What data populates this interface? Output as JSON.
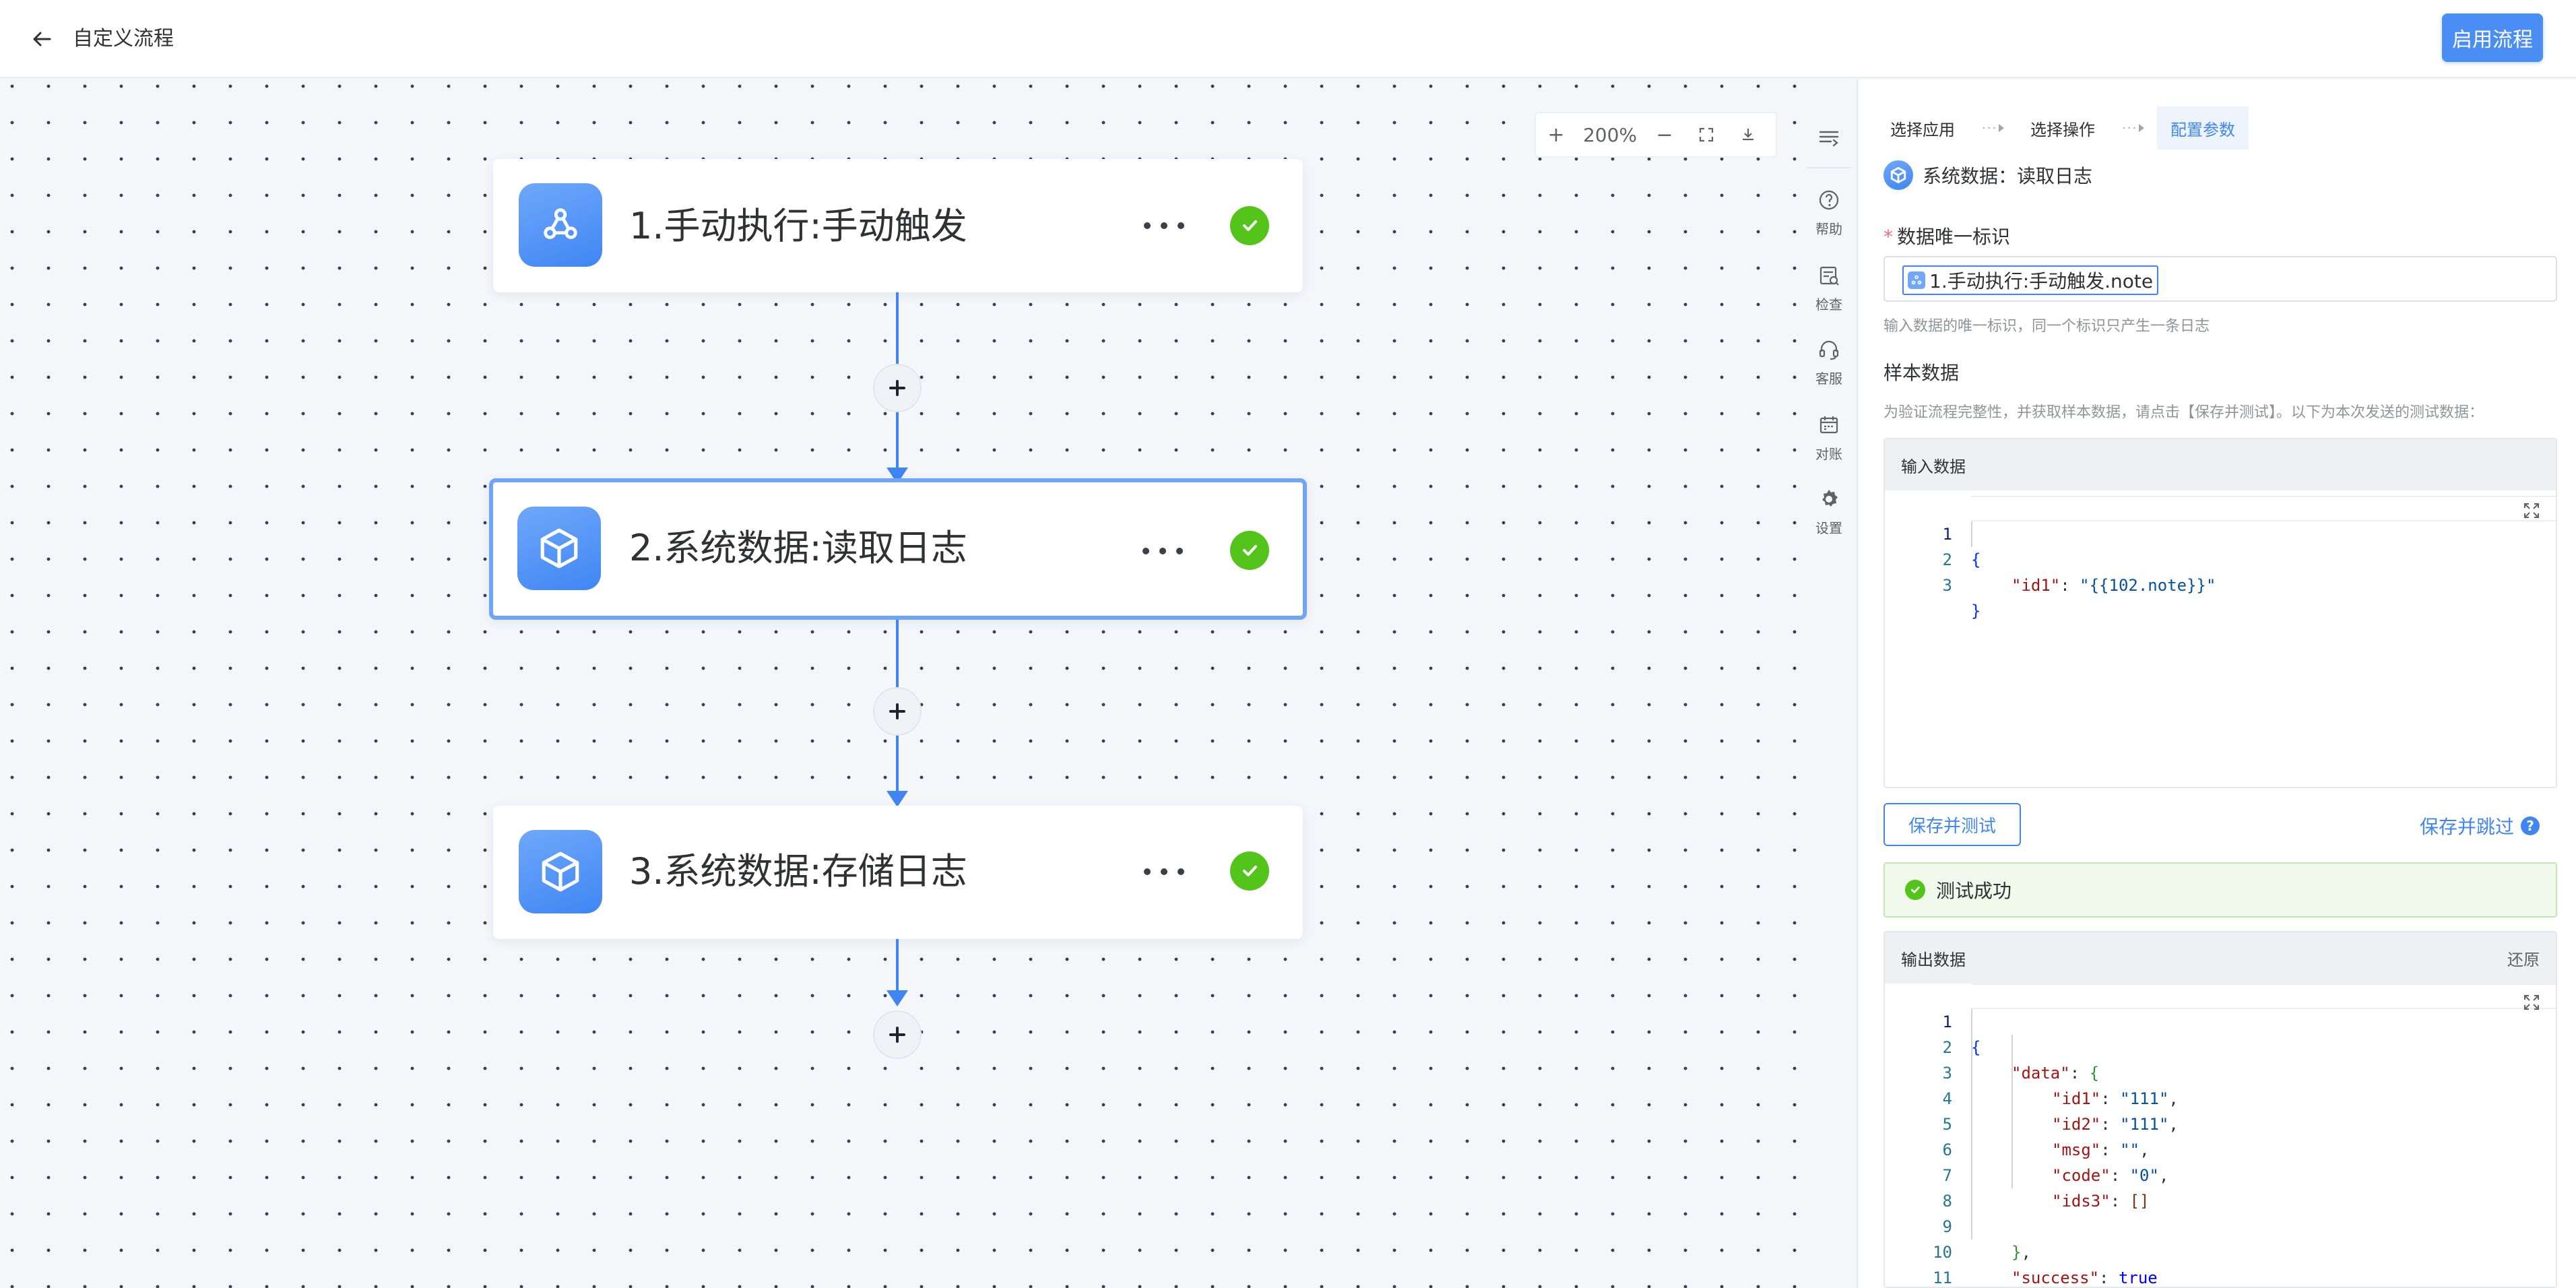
{
  "header": {
    "title": "自定义流程",
    "enable_button": "启用流程"
  },
  "canvas": {
    "zoom": {
      "plus": "+",
      "level": "200%",
      "minus": "−"
    },
    "nodes": [
      {
        "title": "1.手动执行:手动触发",
        "icon": "webhook-icon",
        "status": "success"
      },
      {
        "title": "2.系统数据:读取日志",
        "icon": "cube-icon",
        "status": "success",
        "selected": true
      },
      {
        "title": "3.系统数据:存储日志",
        "icon": "cube-icon",
        "status": "success"
      }
    ]
  },
  "rail": {
    "items": [
      {
        "label": "",
        "icon": "list-icon"
      },
      {
        "label": "帮助",
        "icon": "help-icon"
      },
      {
        "label": "检查",
        "icon": "check-list-icon"
      },
      {
        "label": "客服",
        "icon": "headset-icon"
      },
      {
        "label": "对账",
        "icon": "ledger-icon"
      },
      {
        "label": "设置",
        "icon": "gear-icon"
      }
    ]
  },
  "panel": {
    "steps": [
      "选择应用",
      "选择操作",
      "配置参数"
    ],
    "step_separator": "···",
    "active_step": 2,
    "heading": "系统数据：读取日志",
    "id_field": {
      "label": "数据唯一标识",
      "value": "1.手动执行:手动触发.note",
      "hint": "输入数据的唯一标识，同一个标识只产生一条日志"
    },
    "sample": {
      "label": "样本数据",
      "hint": "为验证流程完整性，并获取样本数据，请点击【保存并测试】。以下为本次发送的测试数据："
    },
    "input_box": {
      "title": "输入数据",
      "line_numbers": [
        "1",
        "2",
        "3"
      ],
      "json_key": "\"id1\"",
      "json_value": "\"{{102.note}}\"",
      "open_brace": "{",
      "close_brace": "}"
    },
    "save_test_button": "保存并测试",
    "save_skip_link": "保存并跳过",
    "success_message": "测试成功",
    "output_box": {
      "title": "输出数据",
      "restore": "还原",
      "line_numbers": [
        "1",
        "2",
        "3",
        "4",
        "5",
        "6",
        "7",
        "8",
        "9",
        "10",
        "11"
      ],
      "lines": {
        "l1": "{",
        "data_key": "\"data\"",
        "data_open": "{",
        "id1_key": "\"id1\"",
        "id1_val": "\"111\"",
        "id2_key": "\"id2\"",
        "id2_val": "\"111\"",
        "msg_key": "\"msg\"",
        "msg_val": "\"\"",
        "code_key": "\"code\"",
        "code_val": "\"0\"",
        "ids3_key": "\"ids3\"",
        "ids3_val": "[]",
        "data_close": "}",
        "success_key": "\"success\"",
        "success_val": "true",
        "l11": "}"
      }
    }
  },
  "colors": {
    "accent": "#3f86f3",
    "success": "#52c41a",
    "selected_border": "#6fa5f6"
  }
}
